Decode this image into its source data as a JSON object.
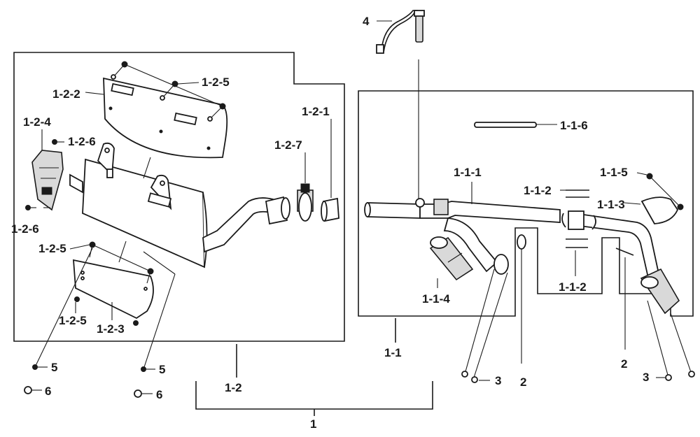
{
  "colors": {
    "ink": "#1a1a1a",
    "background": "#ffffff",
    "shade": "#d9d9d9"
  },
  "labels": {
    "l_1": "1",
    "l_1_1": "1-1",
    "l_1_2": "1-2",
    "l_1_1_1": "1-1-1",
    "l_1_1_2_top": "1-1-2",
    "l_1_1_2_bottom": "1-1-2",
    "l_1_1_3": "1-1-3",
    "l_1_1_4": "1-1-4",
    "l_1_1_5": "1-1-5",
    "l_1_1_6": "1-1-6",
    "l_1_2_1": "1-2-1",
    "l_1_2_2": "1-2-2",
    "l_1_2_3": "1-2-3",
    "l_1_2_4": "1-2-4",
    "l_1_2_5_top": "1-2-5",
    "l_1_2_5_mid": "1-2-5",
    "l_1_2_5_low": "1-2-5",
    "l_1_2_6_top": "1-2-6",
    "l_1_2_6_left": "1-2-6",
    "l_1_2_7": "1-2-7",
    "l_2_left": "2",
    "l_2_right": "2",
    "l_3_left": "3",
    "l_3_right": "3",
    "l_4": "4",
    "l_5_left": "5",
    "l_5_right": "5",
    "l_6_left": "6",
    "l_6_right": "6"
  }
}
